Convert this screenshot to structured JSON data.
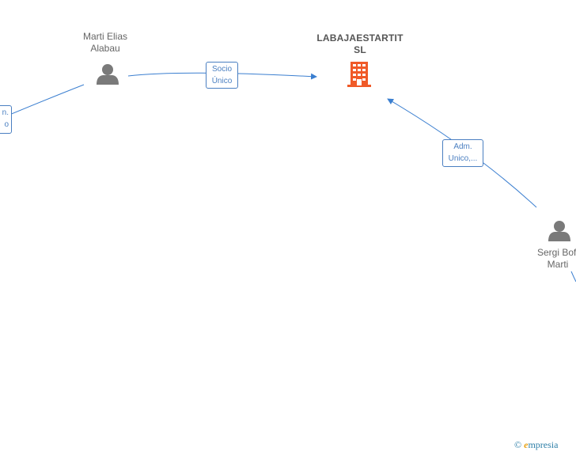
{
  "nodes": {
    "company": {
      "name_line1": "LABAJAESTARTIT",
      "name_line2": "SL",
      "icon": "building-icon",
      "color": "#f05a28"
    },
    "person_marti": {
      "name_line1": "Marti Elias",
      "name_line2": "Alabau",
      "icon": "person-icon"
    },
    "person_sergi": {
      "name_line1": "Sergi Bofi",
      "name_line2": "Marti",
      "icon": "person-icon"
    }
  },
  "edges": {
    "socio_unico": {
      "line1": "Socio",
      "line2": "Único"
    },
    "adm_unico": {
      "line1": "Adm.",
      "line2": "Unico,..."
    },
    "left_partial": {
      "line1": "n.",
      "line2": "o"
    }
  },
  "colors": {
    "edge": "#3b7fd0",
    "person": "#7a7a7a",
    "company": "#f05a28"
  },
  "watermark": {
    "copyright": "©",
    "brand_e": "e",
    "brand_rest": "mpresia"
  }
}
